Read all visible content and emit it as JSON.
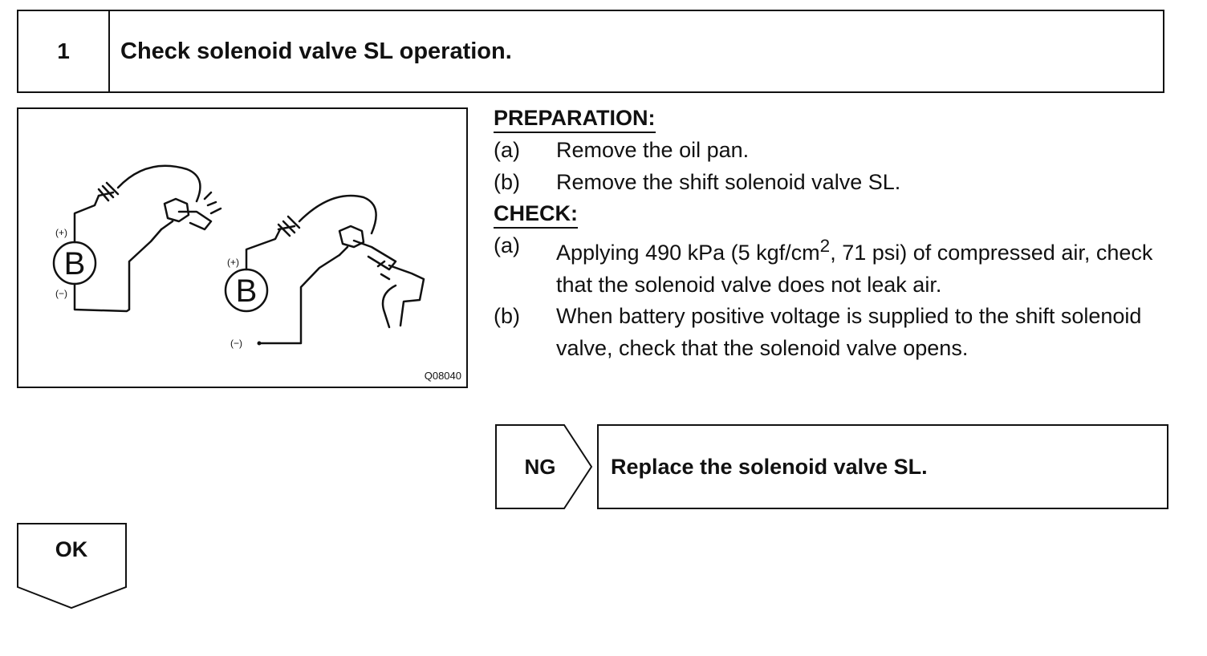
{
  "step": {
    "number": "1",
    "title": "Check solenoid valve SL operation."
  },
  "figure": {
    "battery_label": "B",
    "positive_label": "(+)",
    "negative_label": "(−)",
    "code": "Q08040"
  },
  "preparation": {
    "heading": "PREPARATION:",
    "items": [
      {
        "label": "(a)",
        "text": "Remove the oil pan."
      },
      {
        "label": "(b)",
        "text": "Remove the shift solenoid valve SL."
      }
    ]
  },
  "check": {
    "heading": "CHECK:",
    "item_a": {
      "label": "(a)",
      "text_before": "Applying 490 kPa (5 kgf/cm",
      "superscript": "2",
      "text_after": ", 71 psi) of compressed air, check that the solenoid valve does not leak air."
    },
    "item_b": {
      "label": "(b)",
      "text": "When battery positive voltage is supplied to the shift solenoid valve, check that the solenoid valve opens."
    }
  },
  "ng": {
    "label": "NG",
    "action": "Replace the solenoid valve SL."
  },
  "ok": {
    "label": "OK"
  }
}
